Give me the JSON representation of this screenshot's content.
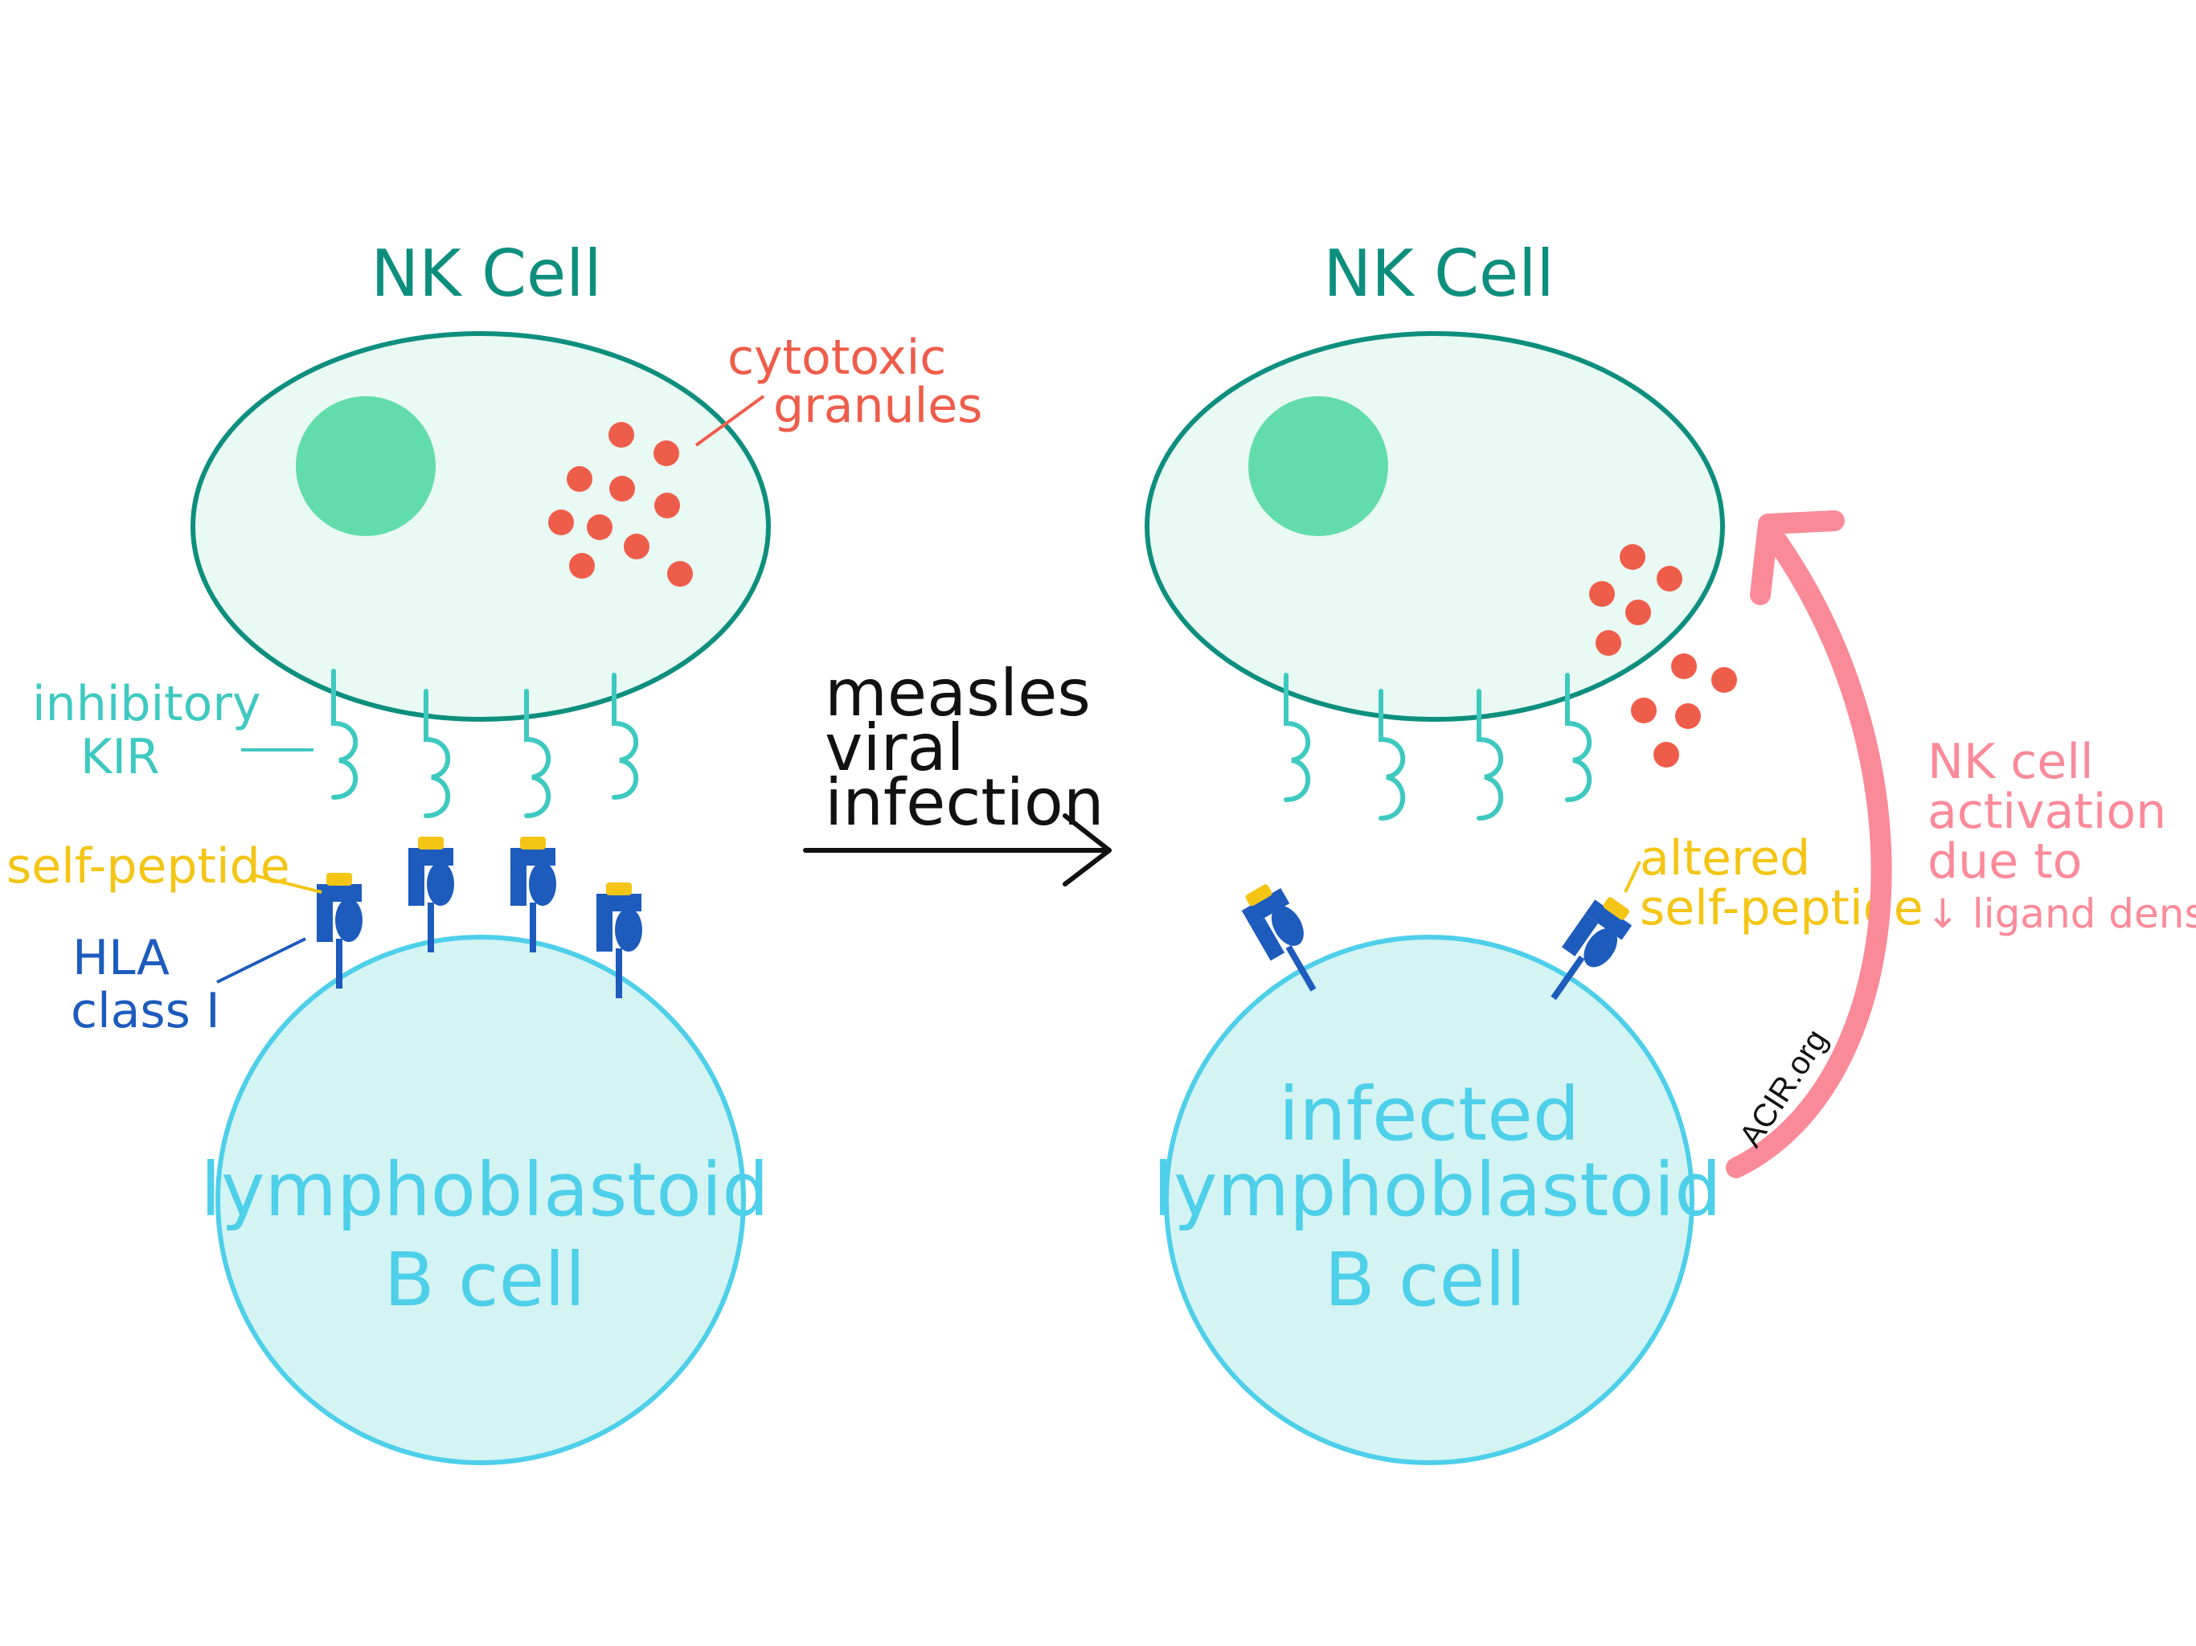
{
  "colors": {
    "nk_fill": "#e9f9f3",
    "nk_stroke": "#0e8f7e",
    "nucleus": "#62dcab",
    "granule": "#ee5d4a",
    "kir": "#3ec9c0",
    "b_fill": "#d3f4f3",
    "b_stroke": "#4ecfea",
    "hla": "#1d5bbd",
    "peptide": "#f4c514",
    "arrow": "#fb8a99",
    "black": "#111111"
  },
  "left_panel": {
    "nk_title": "NK Cell",
    "granules_label": [
      "cytotoxic",
      "granules"
    ],
    "kir_label": [
      "inhibitory",
      "KIR"
    ],
    "peptide_label": "self-peptide",
    "hla_label": [
      "HLA",
      "class I"
    ],
    "b_cell_label": [
      "lymphoblastoid",
      "B cell"
    ]
  },
  "center": {
    "transition_label": [
      "measles",
      "viral",
      "infection"
    ]
  },
  "right_panel": {
    "nk_title": "NK Cell",
    "peptide_label": [
      "altered",
      "self-peptide"
    ],
    "b_cell_label": [
      "infected",
      "lymphoblastoid",
      "B cell"
    ],
    "activation_label": [
      "NK cell",
      "activation",
      "due to",
      "↓ ligand density"
    ],
    "watermark": "ACIR.org"
  }
}
